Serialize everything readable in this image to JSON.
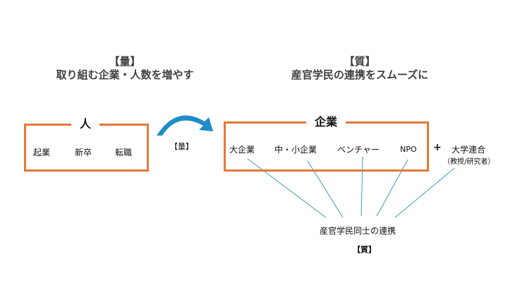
{
  "left": {
    "heading_tag": "【量】",
    "heading": "取り組む企業・人数を増やす",
    "box_title": "人",
    "items": [
      "起業",
      "新卒",
      "転職"
    ]
  },
  "arrow": {
    "label": "【量】"
  },
  "right": {
    "heading_tag": "【質】",
    "heading": "産官学民の連携をスムーズに",
    "box_title": "企業",
    "items": [
      "大企業",
      "中・小企業",
      "ベンチャー",
      "NPO"
    ],
    "plus": "+",
    "university": "大学連合",
    "university_sub": "（教授/研究者）",
    "collab": "産官学民同士の連携",
    "collab_tag": "【質】"
  },
  "colors": {
    "box": "#E07A3A",
    "line": "#3A9CC0",
    "arrow": "#1E8CC8"
  }
}
